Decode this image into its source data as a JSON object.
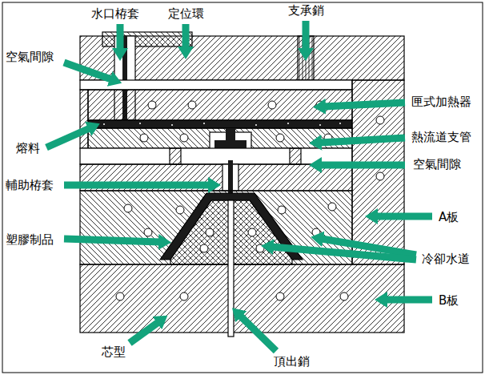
{
  "diagram": {
    "labels": [
      "水口栫套",
      "定位環",
      "支承銷",
      "空氣間隙",
      "匣式加熱器",
      "熱流道支管",
      "熔料",
      "空氣間隙",
      "輔助栫套",
      "A板",
      "塑膠制品",
      "冷卻水道",
      "B板",
      "芯型",
      "頂出銷"
    ]
  }
}
